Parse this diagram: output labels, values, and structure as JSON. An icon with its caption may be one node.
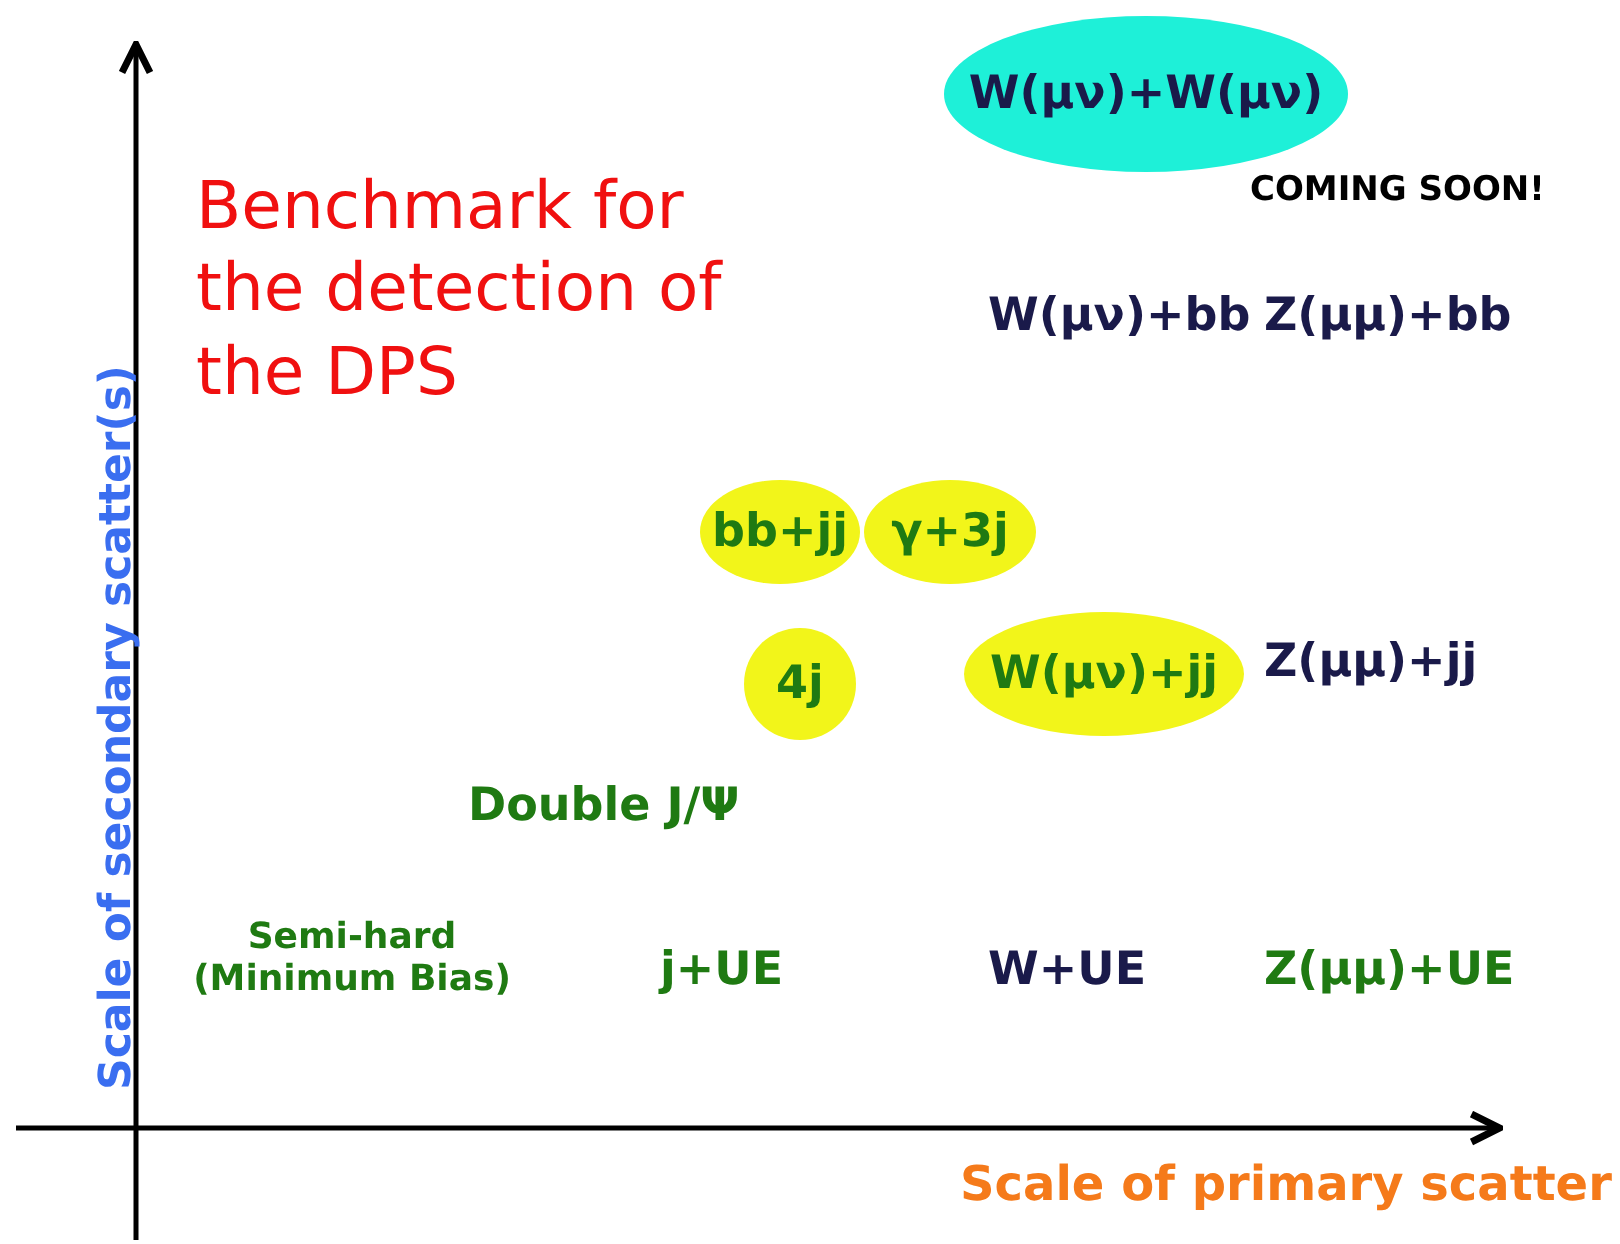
{
  "diagram": {
    "nodes": [
      {
        "text": [
          "W(μν)+W(μν)"
        ]
      },
      {
        "text": [
          "bb+jj"
        ]
      },
      {
        "text": [
          "γ+3j"
        ]
      },
      {
        "text": [
          "4j"
        ]
      },
      {
        "text": [
          "W(μν)+jj"
        ]
      }
    ],
    "labels": [
      "COMING SOON!",
      "Benchmark for the detection of the DPS",
      "W(μν)+bb",
      "Z(μμ)+bb",
      "Z(μμ)+jj",
      "Double J/Ψ",
      "Semi-hard (Minimum Bias)",
      "j+UE",
      "W+UE",
      "Z(μμ)+UE",
      "Scale of primary scatter",
      "Scale of secondary scatter(s)"
    ]
  }
}
